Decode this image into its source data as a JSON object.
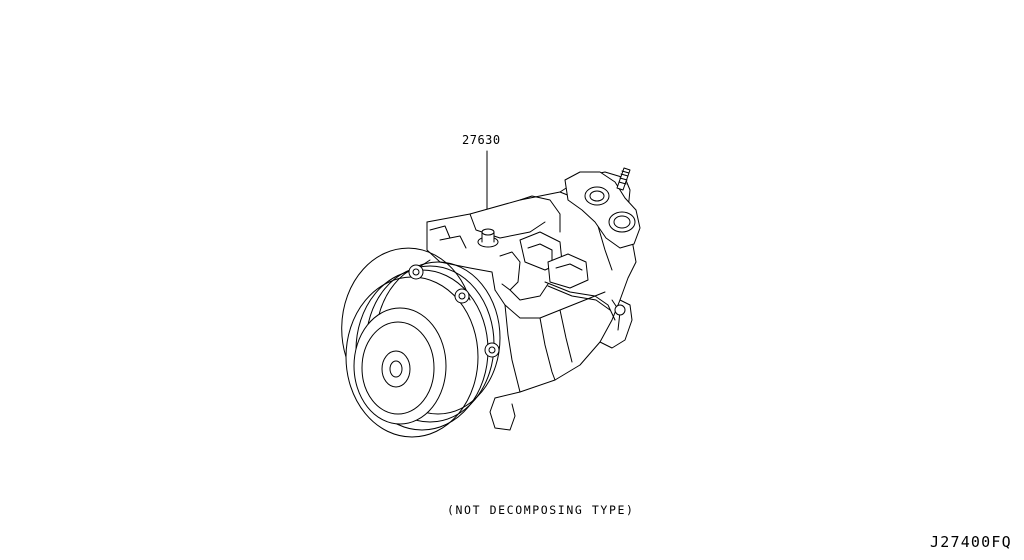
{
  "callout": {
    "part_number": "27630"
  },
  "caption": "(NOT DECOMPOSING TYPE)",
  "diagram_code": "J27400FQ",
  "colors": {
    "line": "#000000",
    "background": "#ffffff"
  }
}
